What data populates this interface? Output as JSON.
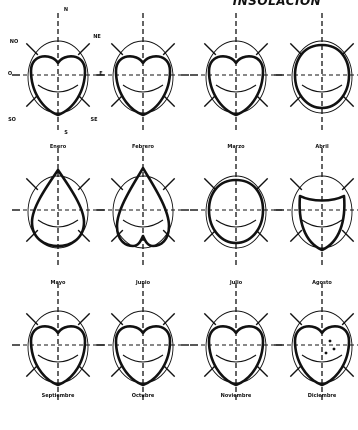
{
  "title": "INSOLACION",
  "compass": {
    "n": "N",
    "ne": "NE",
    "e": "E",
    "se": "SE",
    "s": "S",
    "sw": "SO",
    "w": "O",
    "nw": "NO"
  },
  "months": [
    {
      "label": "Enero",
      "shape": "heart"
    },
    {
      "label": "Febrero",
      "shape": "heart"
    },
    {
      "label": "Marzo",
      "shape": "heart"
    },
    {
      "label": "Abril",
      "shape": "round"
    },
    {
      "label": "Mayo",
      "shape": "drop"
    },
    {
      "label": "Junio",
      "shape": "drop-notch"
    },
    {
      "label": "Julio",
      "shape": "round"
    },
    {
      "label": "Agosto",
      "shape": "cup"
    },
    {
      "label": "Septiembre",
      "shape": "heart"
    },
    {
      "label": "Octubre",
      "shape": "heart"
    },
    {
      "label": "Noviembre",
      "shape": "heart"
    },
    {
      "label": "Diciembre",
      "shape": "heart-dots"
    }
  ],
  "colors": {
    "ink": "#111111"
  }
}
